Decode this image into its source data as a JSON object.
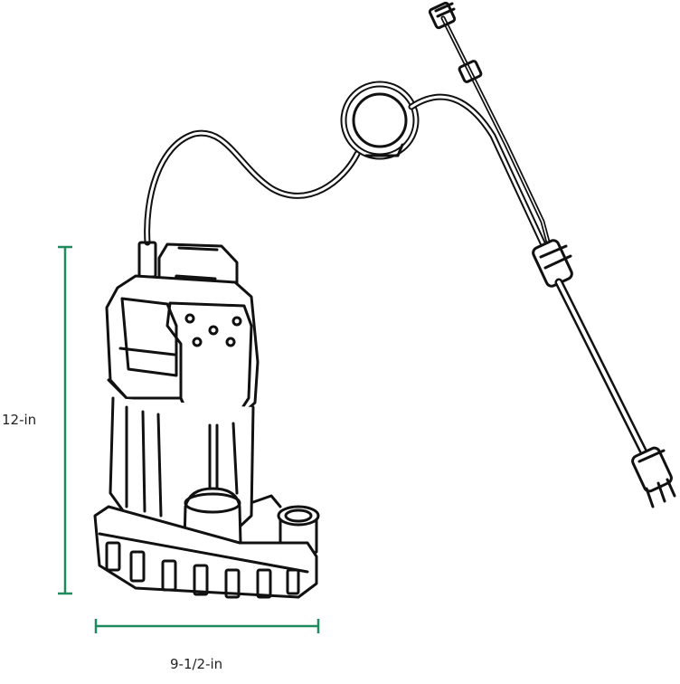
{
  "dimensions": {
    "height": {
      "label": "12-in"
    },
    "width": {
      "label": "9-1/2-in"
    }
  },
  "colors": {
    "dimension_line": "#1e8a5e",
    "line_art": "#111111",
    "background": "#ffffff"
  },
  "figure": {
    "parts": [
      "pump-body",
      "carry-handle",
      "float-switch",
      "discharge-outlet",
      "intake-base",
      "power-cord",
      "cord-coil",
      "inline-connector",
      "plug"
    ]
  }
}
